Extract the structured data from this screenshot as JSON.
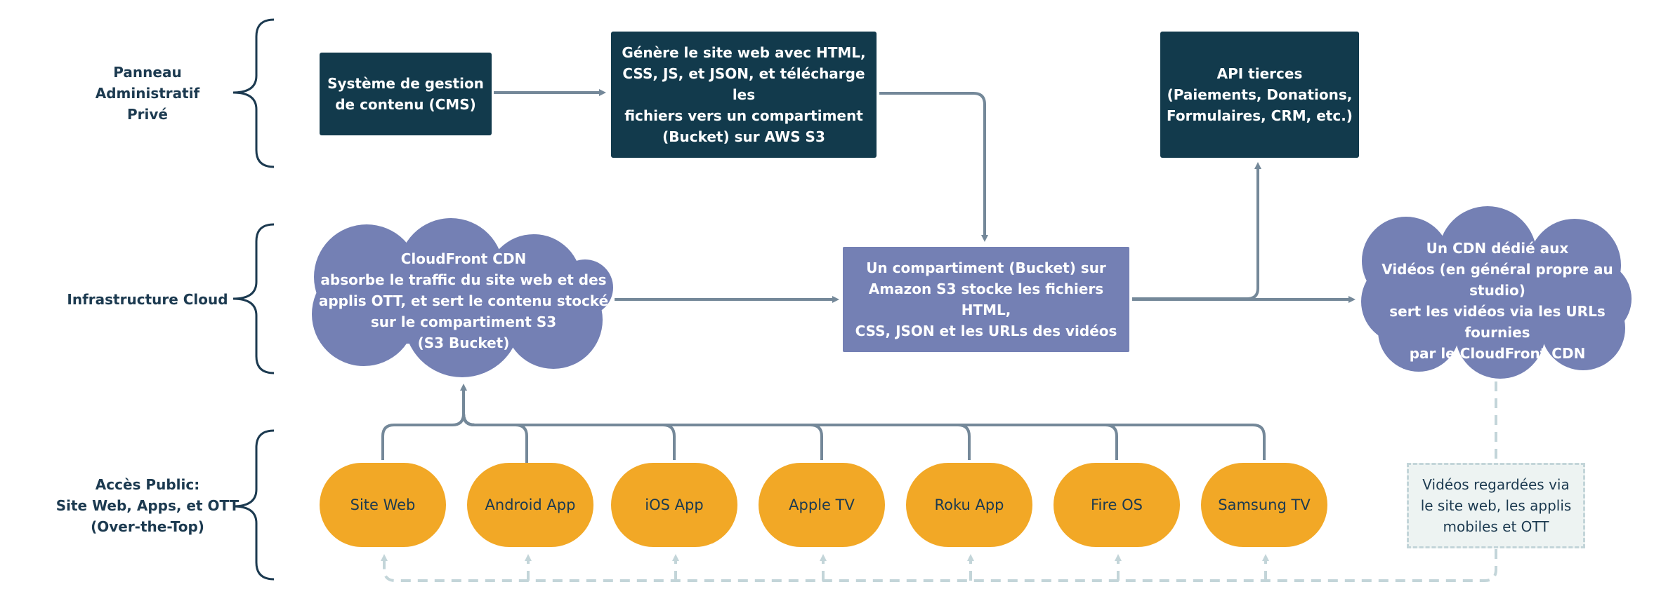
{
  "rows": {
    "admin_lines": [
      "Panneau",
      "Administratif",
      "Privé"
    ],
    "cloud_lines": [
      "Infrastructure Cloud"
    ],
    "public_lines": [
      "Accès Public:",
      "Site Web, Apps, et OTT",
      "(Over-the-Top)"
    ]
  },
  "nodes": {
    "cms_lines": [
      "Système de gestion",
      "de contenu (CMS)"
    ],
    "generate_lines": [
      "Génère le site web avec HTML,",
      "CSS, JS, et JSON, et télécharge les",
      "fichiers vers un compartiment",
      "(Bucket) sur AWS S3"
    ],
    "api_lines": [
      "API tierces",
      "(Paiements, Donations,",
      "Formulaires, CRM, etc.)"
    ],
    "cloudfront_lines": [
      "CloudFront CDN",
      "absorbe le traffic du site web et des",
      "applis OTT, et sert le contenu stocké",
      "sur le compartiment S3",
      "(S3 Bucket)"
    ],
    "s3_lines": [
      "Un compartiment  (Bucket) sur",
      "Amazon S3 stocke les fichiers HTML,",
      "CSS, JSON et les URLs des vidéos"
    ],
    "videocdn_lines": [
      "Un CDN dédié aux",
      "Vidéos (en général propre au studio)",
      "sert les vidéos via les URLs fournies",
      "par le CloudFront CDN"
    ]
  },
  "clients": [
    "Site Web",
    "Android App",
    "iOS App",
    "Apple TV",
    "Roku App",
    "Fire OS",
    "Samsung TV"
  ],
  "note_lines": [
    "Vidéos regardées via",
    "le site web, les applis",
    "mobiles et OTT"
  ],
  "colors": {
    "dark_box": "#123a4c",
    "purple": "#7480b4",
    "orange": "#f2a826",
    "arrow": "#748899",
    "dashed": "#c3d5d9",
    "text": "#1c3a50"
  }
}
